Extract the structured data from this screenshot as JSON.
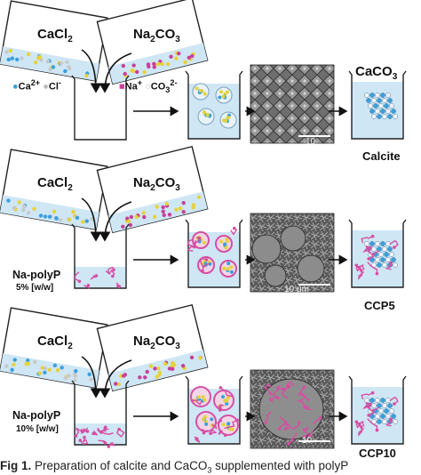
{
  "reagents": {
    "left": "CaCl2",
    "right": "Na2CO3"
  },
  "ions": {
    "calcium": "Ca2+",
    "chloride": "Cl-",
    "sodium": "Na+",
    "carbonate": "CO32-"
  },
  "rows": [
    {
      "product_formula": "CaCO3",
      "product_name": "Calcite",
      "additive_name": "",
      "additive_amount": "",
      "sem_scale": "10"
    },
    {
      "product_formula": "",
      "product_name": "CCP5",
      "additive_name": "Na-polyP",
      "additive_amount": "5% [w/w]",
      "sem_scale": "10 μm"
    },
    {
      "product_formula": "",
      "product_name": "CCP10",
      "additive_name": "Na-polyP",
      "additive_amount": "10% [w/w]",
      "sem_scale": "10"
    }
  ],
  "caption": {
    "label": "Fig 1.",
    "text": "Preparation of calcite and CaCO3 supplemented with polyP"
  },
  "colors": {
    "calcium": "#3aa0dc",
    "chloride": "#c8c8c8",
    "sodium": "#c8409a",
    "carbonate": "#e6d23a",
    "water": "#cfe6f5",
    "polyp": "#d64fa3",
    "sem": "#6a6a6a"
  }
}
